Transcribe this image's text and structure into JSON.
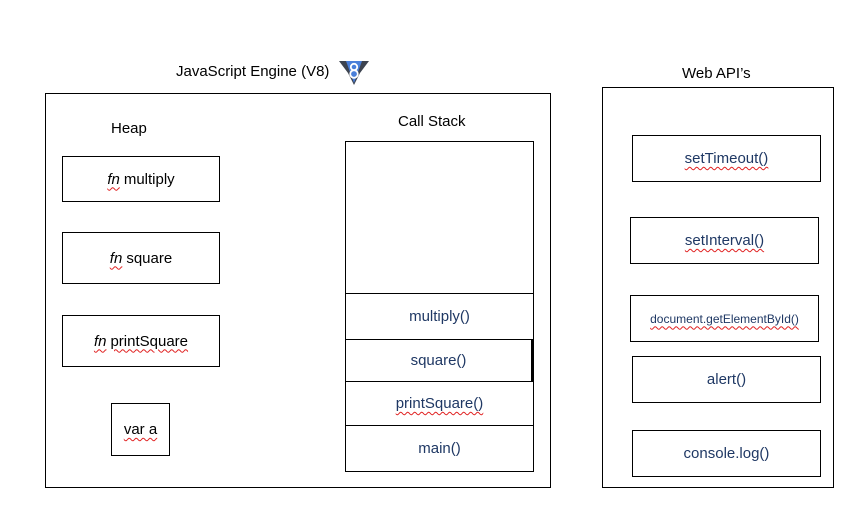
{
  "engine": {
    "title": "JavaScript Engine (V8)",
    "logo_icon": "v8-logo-icon",
    "heap": {
      "title": "Heap",
      "items": [
        {
          "keyword": "fn",
          "name": "multiply"
        },
        {
          "keyword": "fn",
          "name": "square"
        },
        {
          "keyword": "fn",
          "name": "printSquare"
        }
      ],
      "variable": "var a"
    },
    "call_stack": {
      "title": "Call Stack",
      "frames": [
        "multiply()",
        "square()",
        "printSquare()",
        "main()"
      ]
    }
  },
  "web_apis": {
    "title": "Web API’s",
    "items": [
      "setTimeout()",
      "setInterval()",
      "document.getElementById()",
      "alert()",
      "console.log()"
    ]
  },
  "colors": {
    "text_navy": "#1f3864",
    "logo_blue": "#4a7fd9",
    "logo_dark": "#3d4450",
    "spellcheck_red": "#e02020"
  }
}
